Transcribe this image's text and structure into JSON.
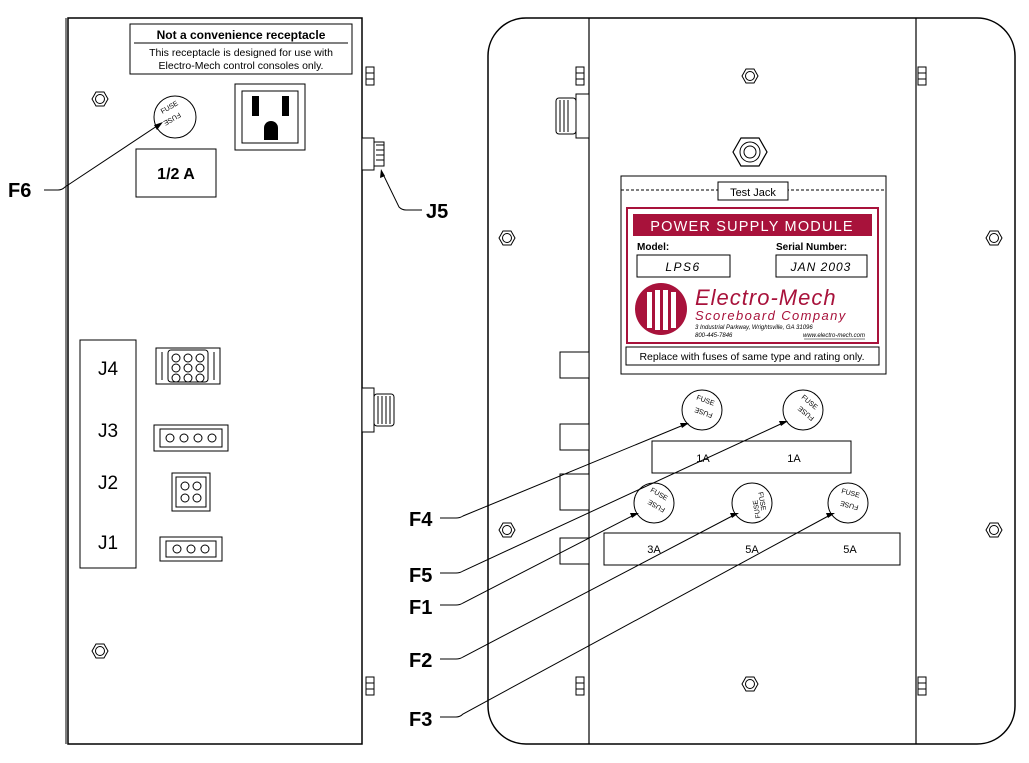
{
  "left_panel": {
    "warning_title": "Not a convenience receptacle",
    "warning_line1": "This receptacle is designed for use with",
    "warning_line2": "Electro-Mech control consoles only.",
    "fuse_f6_rating": "1/2 A",
    "fuse_text": "FUSE",
    "connectors": {
      "j4": "J4",
      "j3": "J3",
      "j2": "J2",
      "j1": "J1"
    }
  },
  "right_panel": {
    "test_jack_label": "Test Jack",
    "module_title": "POWER SUPPLY MODULE",
    "model_label": "Model:",
    "model_value": "LPS6",
    "serial_label": "Serial Number:",
    "serial_value": "JAN 2003",
    "company_name": "Electro-Mech",
    "company_sub": "Scoreboard Company",
    "address": "3 Industrial Parkway, Wrightsville, GA 31096",
    "phone": "800-445-7846",
    "website": "www.electro-mech.com",
    "replace_note": "Replace with fuses of same type and rating only.",
    "fuse_text": "FUSE",
    "ratings_top": {
      "f4": "1A",
      "f5": "1A"
    },
    "ratings_bottom": {
      "f1": "3A",
      "f2": "5A",
      "f3": "5A"
    }
  },
  "callouts": {
    "f6": "F6",
    "j5": "J5",
    "f4": "F4",
    "f5": "F5",
    "f1": "F1",
    "f2": "F2",
    "f3": "F3"
  },
  "colors": {
    "label_accent": "#a8123b",
    "line": "#000000"
  }
}
